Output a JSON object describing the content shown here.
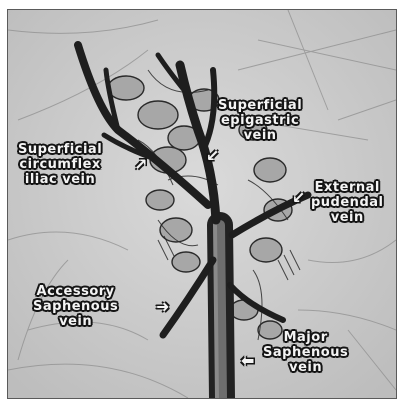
{
  "labels": {
    "superficial_epigastric": [
      "Superficial",
      "epigastric",
      "vein"
    ],
    "superficial_circumflex": [
      "Superficial",
      "circumflex",
      "iliac vein"
    ],
    "external_pudendal": [
      "External",
      "pudendal",
      "vein"
    ],
    "accessory_saphenous": [
      "Accessory",
      "Saphenous",
      "vein"
    ],
    "major_saphenous": [
      "Major",
      "Saphenous",
      "vein"
    ]
  },
  "arrows": {
    "epigastric": "↙",
    "circumflex": "↗",
    "pudendal": "↙",
    "accessory": "➜",
    "major": "⬅"
  }
}
